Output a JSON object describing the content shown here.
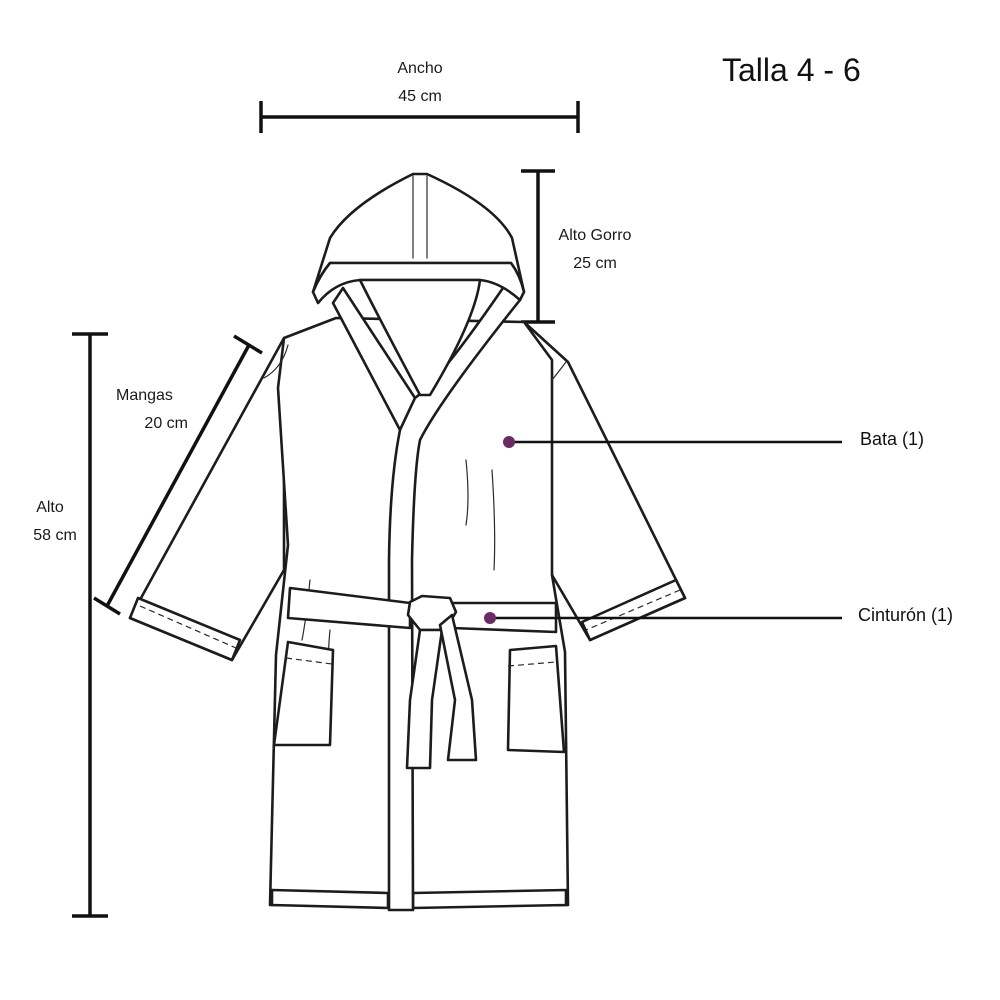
{
  "size_label": "Talla 4 - 6",
  "measurements": {
    "width": {
      "label": "Ancho",
      "value": "45 cm"
    },
    "hood": {
      "label": "Alto Gorro",
      "value": "25 cm"
    },
    "sleeves": {
      "label": "Mangas",
      "value": "20 cm"
    },
    "height": {
      "label": "Alto",
      "value": "58 cm"
    }
  },
  "components": [
    {
      "label": "Bata (1)"
    },
    {
      "label": "Cinturón (1)"
    }
  ],
  "colors": {
    "marker": "#6b2a63",
    "line": "#111111"
  }
}
